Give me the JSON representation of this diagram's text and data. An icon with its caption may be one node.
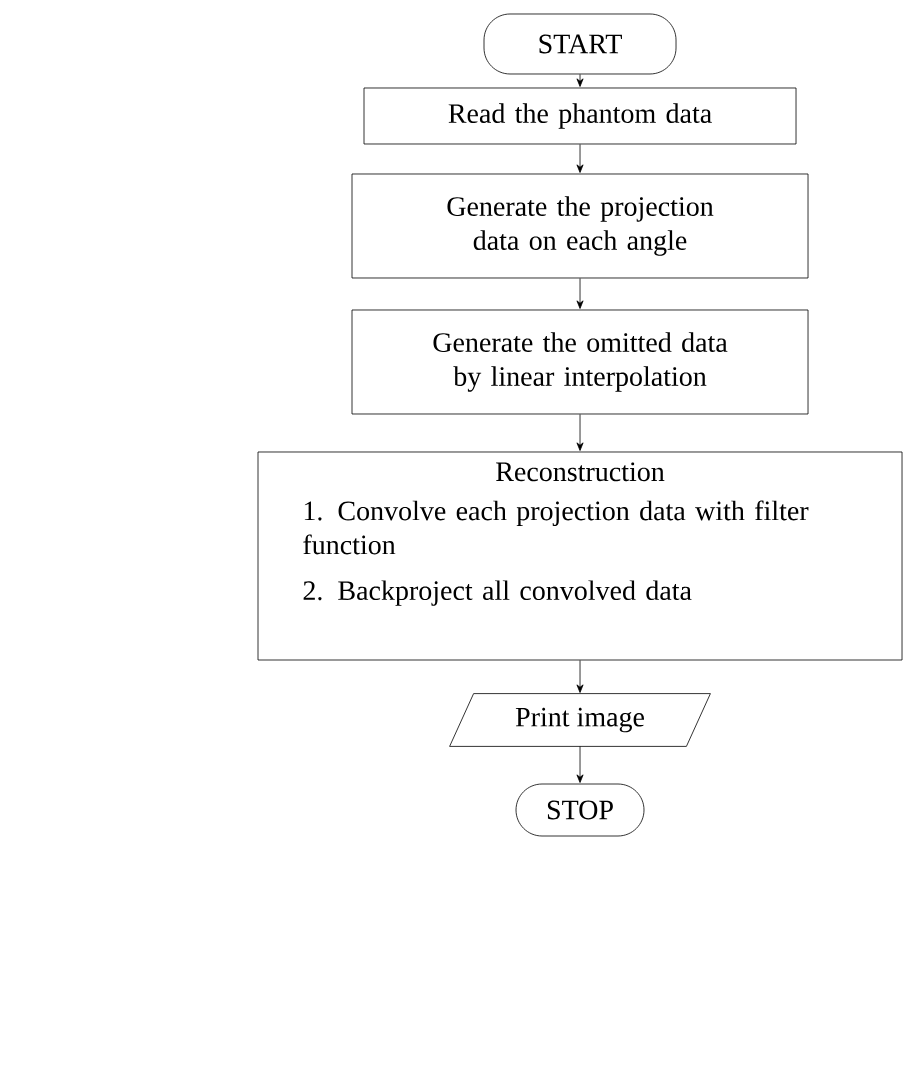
{
  "diagram": {
    "nodes": [
      {
        "text": [
          "START"
        ]
      },
      {
        "text": [
          "Read the phantom data"
        ]
      },
      {
        "text": [
          "Generate the projection data on each angle"
        ]
      },
      {
        "text": [
          "Generate the omitted data by linear interpolation"
        ]
      },
      {
        "text": [
          "Reconstruction",
          "1. Convolve each projection data with filter function",
          "2. Backproject all convolved data"
        ]
      },
      {
        "text": [
          "Print image"
        ]
      },
      {
        "text": [
          "STOP"
        ]
      }
    ],
    "edges": [
      {
        "from": 0,
        "to": 1,
        "arrow": "to"
      },
      {
        "from": 1,
        "to": 2,
        "arrow": "to"
      },
      {
        "from": 2,
        "to": 3,
        "arrow": "to"
      },
      {
        "from": 3,
        "to": 4,
        "arrow": "to"
      },
      {
        "from": 4,
        "to": 5,
        "arrow": "to"
      },
      {
        "from": 5,
        "to": 6,
        "arrow": "to"
      }
    ]
  }
}
